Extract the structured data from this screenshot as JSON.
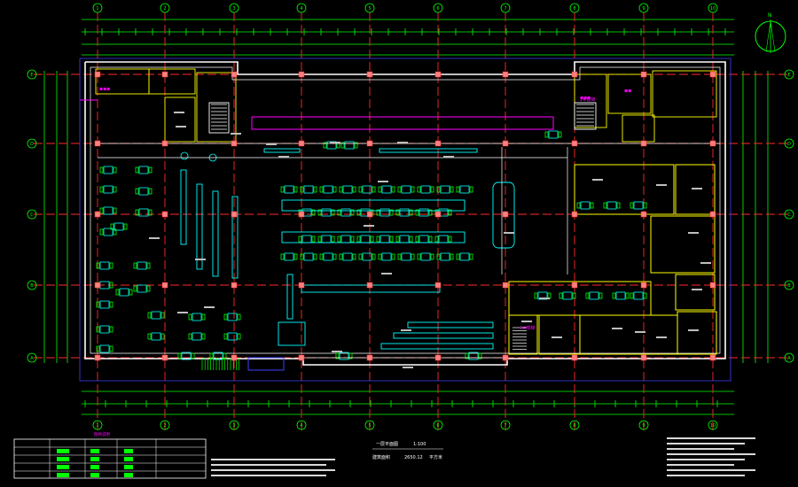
{
  "drawing": {
    "grid_top_labels": [
      "1",
      "2",
      "3",
      "4",
      "5",
      "6",
      "7",
      "8",
      "9",
      "10"
    ],
    "grid_side_labels": [
      "E",
      "D",
      "C",
      "B",
      "A"
    ],
    "title_main": "一层平面图",
    "title_scale": "1:100",
    "title_sub": "建筑面积",
    "title_area": "2650.12",
    "title_unit": "平方米",
    "stair_label": "2#楼梯",
    "stair_label_2": "3#楼梯",
    "legend_tag": "图例说明",
    "north_label": "N",
    "colors": {
      "background": "#000000",
      "grid_axis": "#ff2a2a",
      "wall": "#ffffff",
      "dimension": "#00ff00",
      "furniture": "#00ffff",
      "partition": "#ffff00",
      "accent": "#ff00ff",
      "outline": "#4040ff"
    }
  }
}
